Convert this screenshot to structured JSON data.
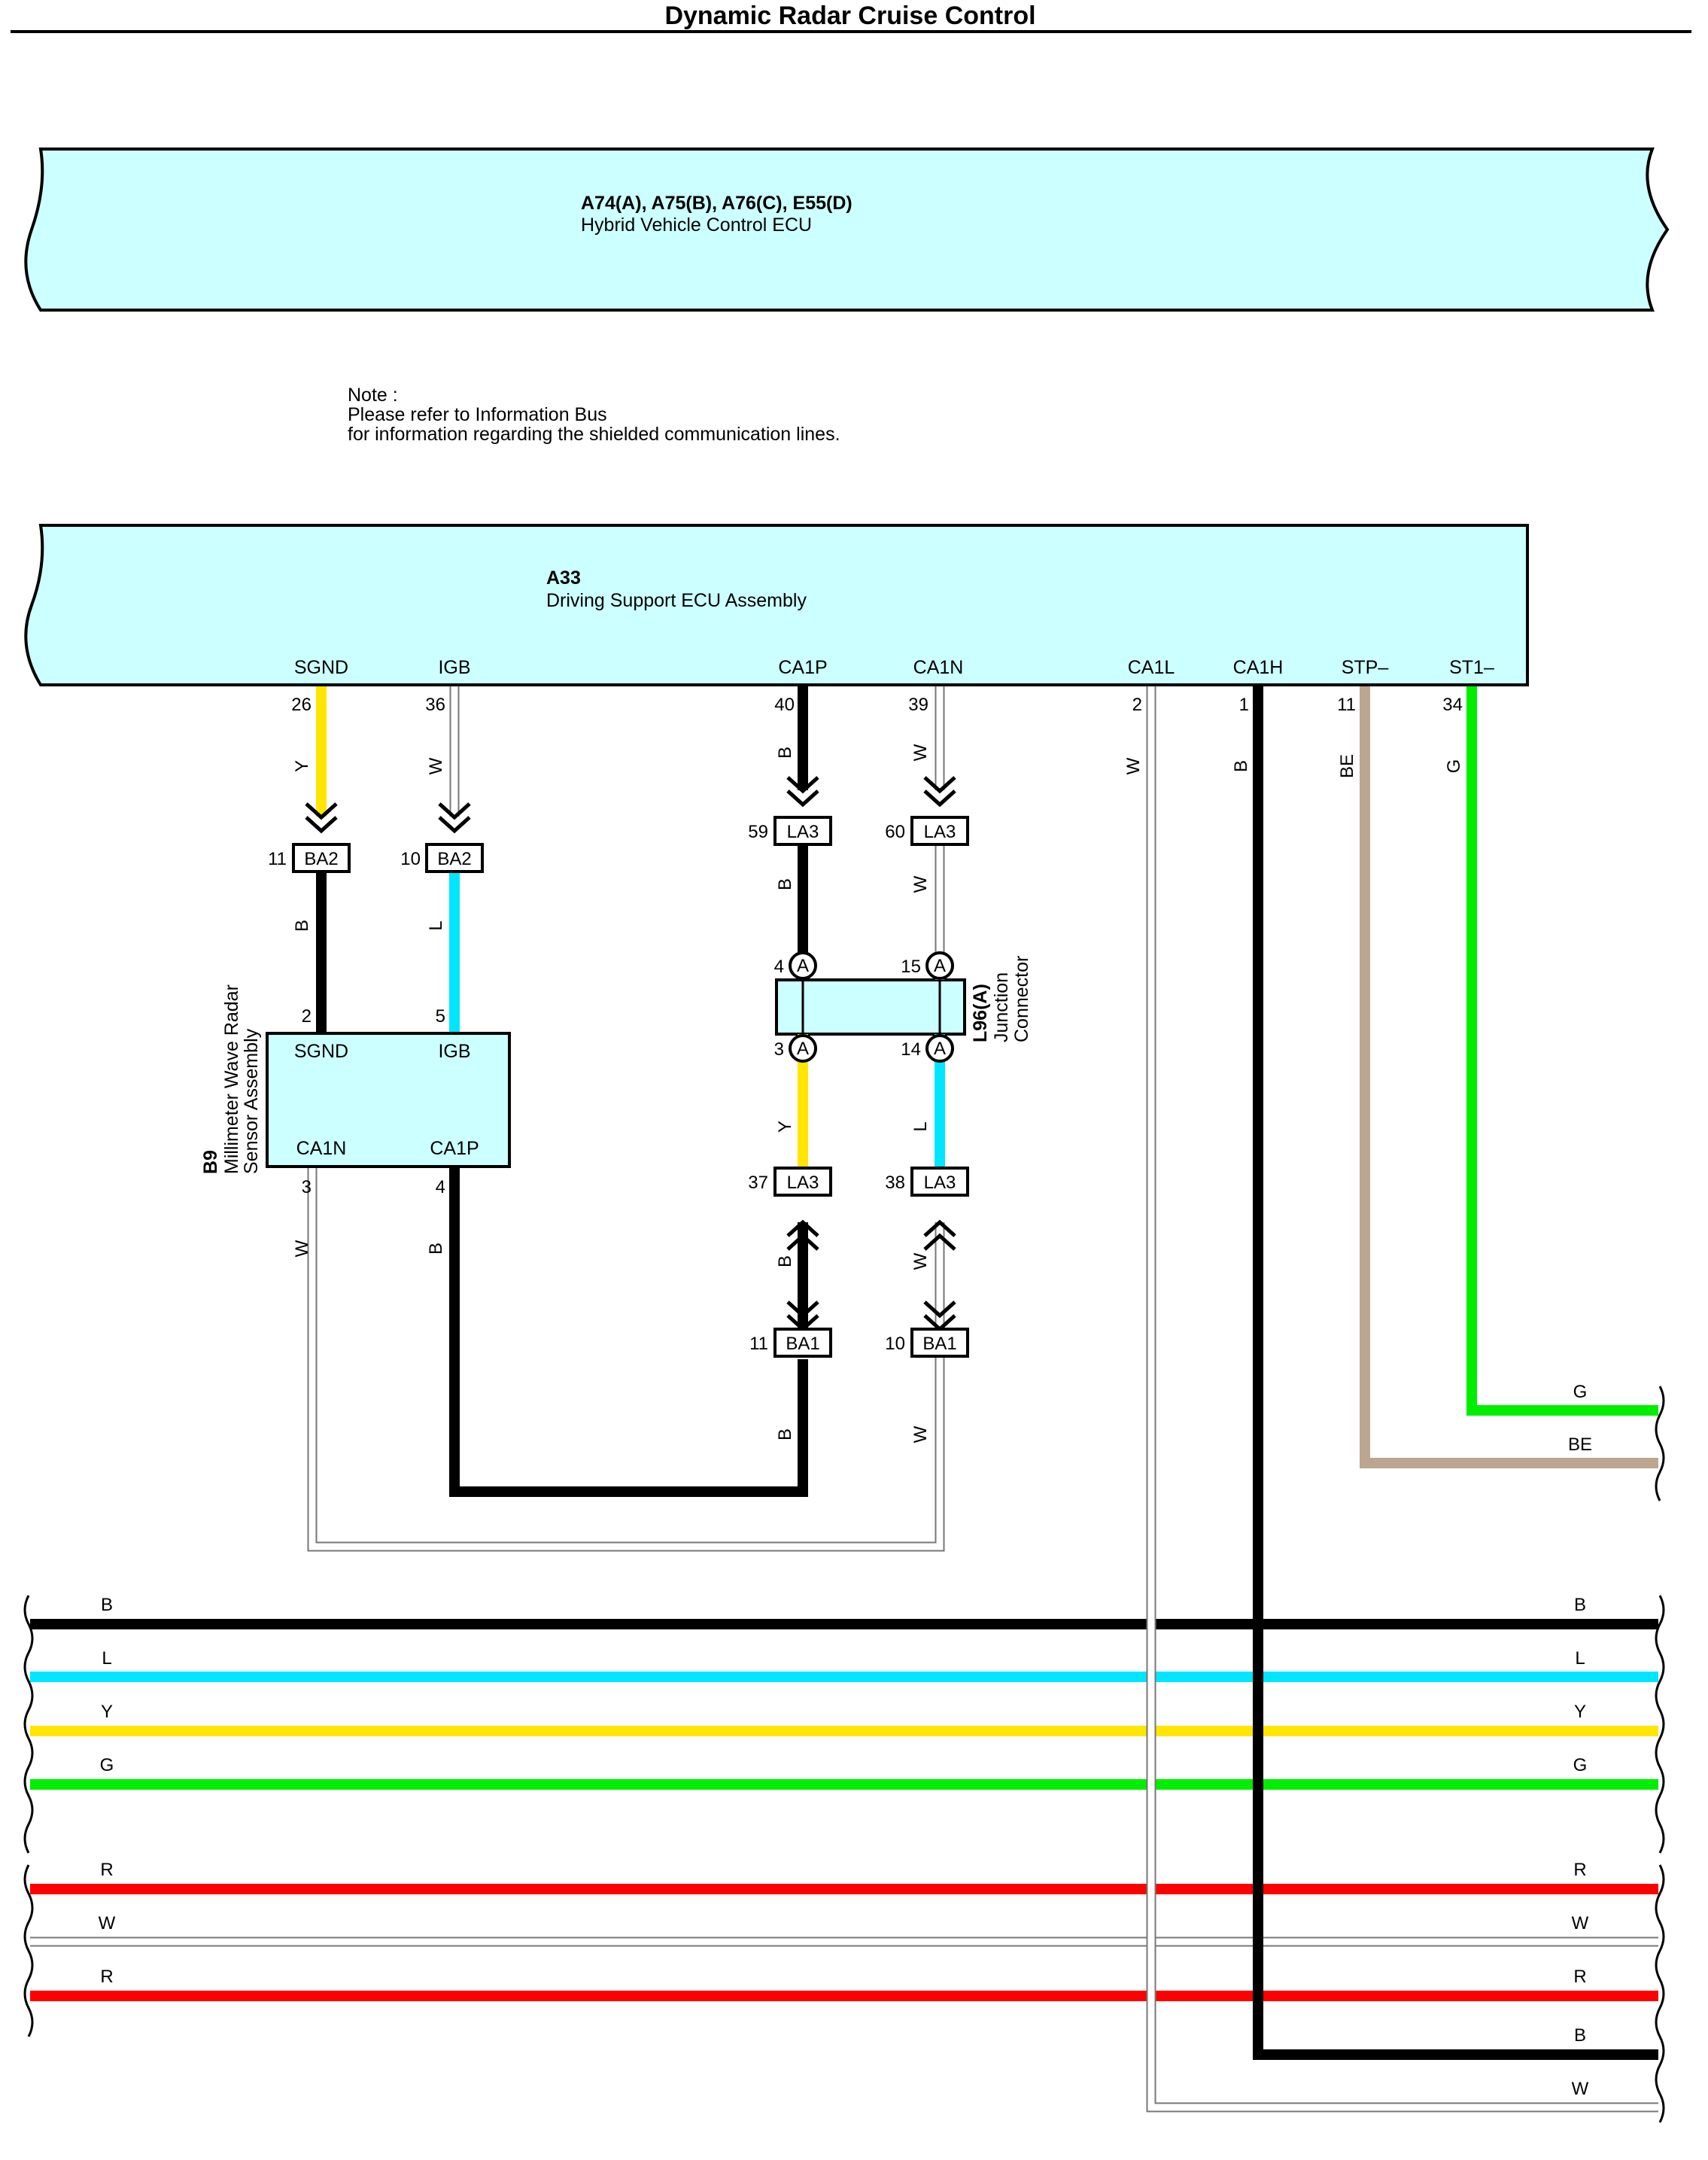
{
  "title": "Dynamic Radar Cruise Control",
  "colors": {
    "Y": "#ffe600",
    "W": "#ffffff",
    "B": "#000000",
    "L": "#00e6ff",
    "G": "#00ee00",
    "BE": "#bca690",
    "R": "#ff0000",
    "box_fill": "#ccffff"
  },
  "hv_ecu": {
    "code": "A74(A), A75(B), A76(C), E55(D)",
    "name": "Hybrid Vehicle Control ECU"
  },
  "note": {
    "line1": "Note :",
    "line2": "Please refer to Information Bus",
    "line3": "for information regarding the shielded communication lines."
  },
  "ds_ecu": {
    "code": "A33",
    "name": "Driving Support ECU Assembly",
    "pins": [
      {
        "label": "SGND",
        "num": "26",
        "wire": "Y"
      },
      {
        "label": "IGB",
        "num": "36",
        "wire": "W"
      },
      {
        "label": "CA1P",
        "num": "40",
        "wire": "B"
      },
      {
        "label": "CA1N",
        "num": "39",
        "wire": "W"
      },
      {
        "label": "CA1L",
        "num": "2",
        "wire": "W"
      },
      {
        "label": "CA1H",
        "num": "1",
        "wire": "B"
      },
      {
        "label": "STP–",
        "num": "11",
        "wire": "BE"
      },
      {
        "label": "ST1–",
        "num": "34",
        "wire": "G"
      }
    ]
  },
  "connectors": {
    "ba2": [
      {
        "name": "BA2",
        "num": "11"
      },
      {
        "name": "BA2",
        "num": "10"
      }
    ],
    "la3_top": [
      {
        "name": "LA3",
        "num": "59"
      },
      {
        "name": "LA3",
        "num": "60"
      }
    ],
    "la3_bottom": [
      {
        "name": "LA3",
        "num": "37"
      },
      {
        "name": "LA3",
        "num": "38"
      }
    ],
    "ba1": [
      {
        "name": "BA1",
        "num": "11"
      },
      {
        "name": "BA1",
        "num": "10"
      }
    ]
  },
  "radar": {
    "code": "B9",
    "name_line1": "Millimeter Wave Radar",
    "name_line2": "Sensor Assembly",
    "pins": [
      {
        "label": "SGND",
        "num": "2"
      },
      {
        "label": "IGB",
        "num": "5"
      },
      {
        "label": "CA1N",
        "num": "3"
      },
      {
        "label": "CA1P",
        "num": "4"
      }
    ]
  },
  "junction": {
    "code": "L96(A)",
    "name_line1": "Junction",
    "name_line2": "Connector",
    "marker": "A",
    "pins_top": [
      "4",
      "15"
    ],
    "pins_bottom": [
      "3",
      "14"
    ]
  },
  "wire_labels": {
    "sgnd_top": "Y",
    "igb_top": "W",
    "ca1p_top": "B",
    "ca1n_top": "W",
    "ca1l": "W",
    "ca1h": "B",
    "stp": "BE",
    "st1": "G",
    "sgnd_mid": "B",
    "igb_mid": "L",
    "ca1p_mid": "B",
    "ca1n_mid": "W",
    "jc_left_low": "Y",
    "jc_right_low": "L",
    "ca1p_low": "B",
    "ca1n_low": "W",
    "ca1p_bot": "B",
    "ca1n_bot": "W",
    "radar_ca1n": "W",
    "radar_ca1p": "B",
    "out_g": "G",
    "out_be": "BE"
  },
  "buses": [
    {
      "code": "B"
    },
    {
      "code": "L"
    },
    {
      "code": "Y"
    },
    {
      "code": "G"
    },
    {
      "code": "R"
    },
    {
      "code": "W"
    },
    {
      "code": "R"
    }
  ],
  "right_exits": [
    {
      "code": "B"
    },
    {
      "code": "W"
    }
  ]
}
